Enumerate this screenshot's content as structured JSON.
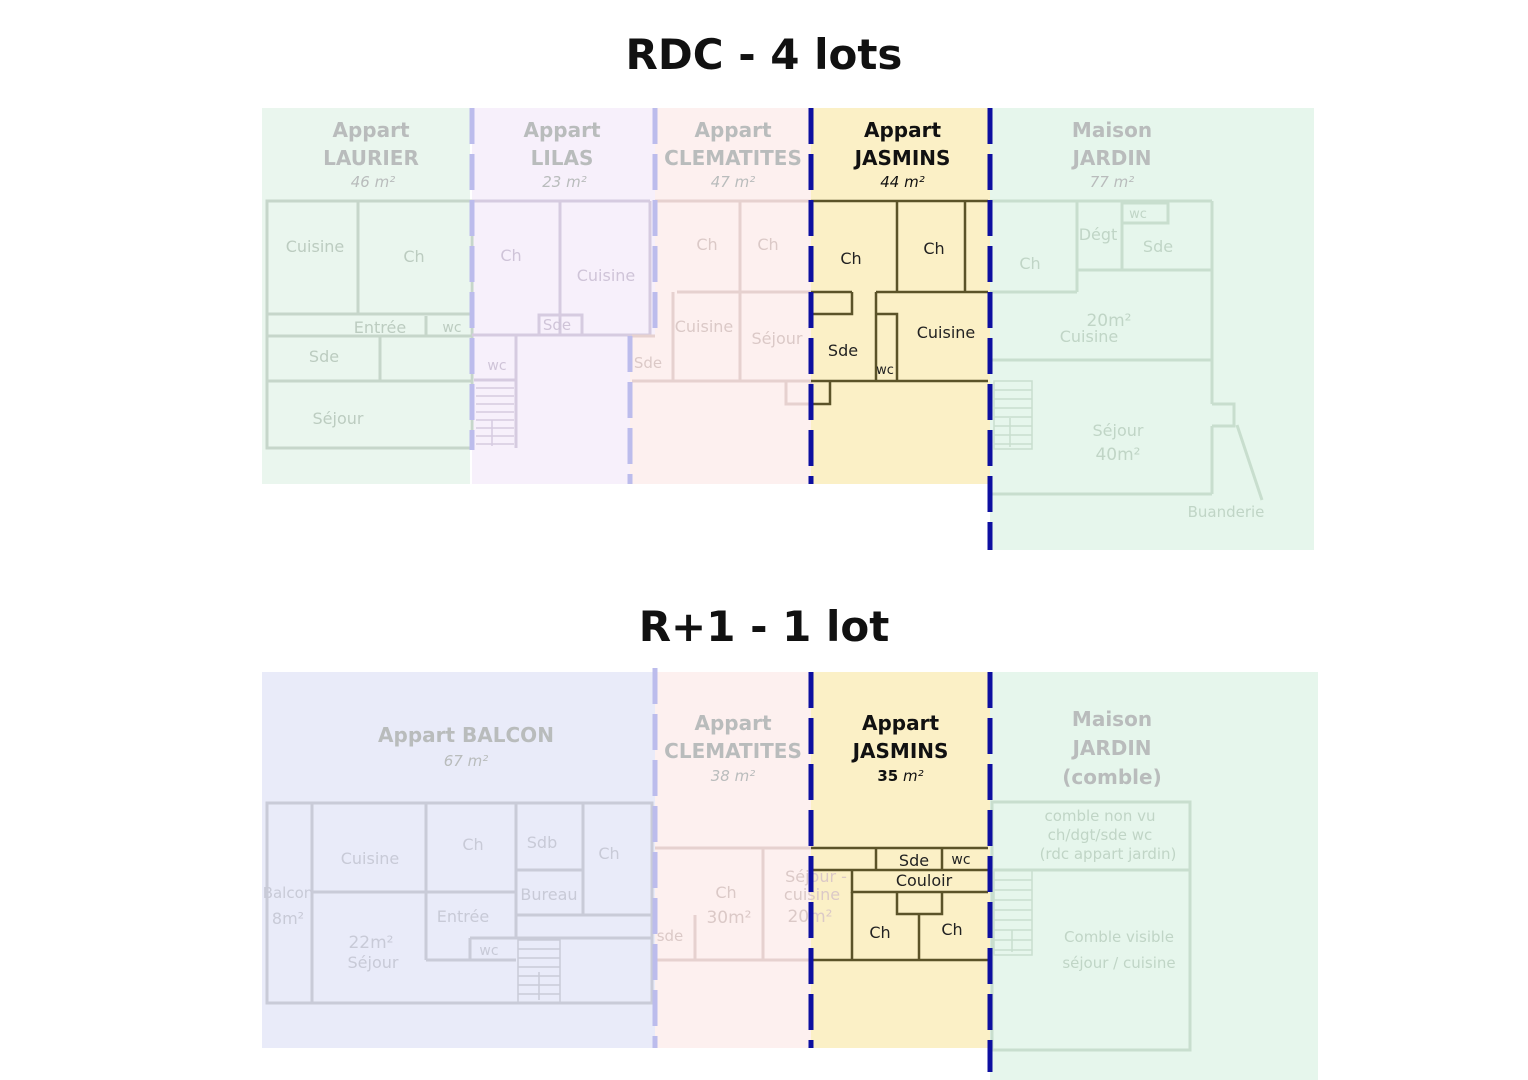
{
  "sections": {
    "rdc": {
      "title": "RDC - 4 lots",
      "lots": {
        "laurier": {
          "line1": "Appart",
          "line2": "LAURIER",
          "area": "46 m²"
        },
        "lilas": {
          "line1": "Appart",
          "line2": "LILAS",
          "area": "23 m²"
        },
        "clematites": {
          "line1": "Appart",
          "line2": "CLEMATITES",
          "area": "47 m²"
        },
        "jasmins": {
          "line1": "Appart",
          "line2": "JASMINS",
          "area": "44 m²"
        },
        "jardin": {
          "line1": "Maison",
          "line2": "JARDIN",
          "area": "77 m²"
        }
      },
      "rooms": {
        "laurier_cuisine": "Cuisine",
        "laurier_ch": "Ch",
        "laurier_entree": "Entrée",
        "laurier_wc": "wc",
        "laurier_sde": "Sde",
        "laurier_sejour": "Séjour",
        "lilas_ch": "Ch",
        "lilas_cuisine": "Cuisine",
        "lilas_sde": "Sde",
        "lilas_wc": "wc",
        "clem_ch1": "Ch",
        "clem_ch2": "Ch",
        "clem_cuisine": "Cuisine",
        "clem_sejour": "Séjour",
        "clem_sde": "Sde",
        "jas_ch1": "Ch",
        "jas_ch2": "Ch",
        "jas_sde": "Sde",
        "jas_wc": "wc",
        "jas_cuisine": "Cuisine",
        "jar_ch": "Ch",
        "jar_dgt": "Dégt",
        "jar_wc": "wc",
        "jar_sde": "Sde",
        "jar_cuisine_area": "20m²",
        "jar_cuisine": "Cuisine",
        "jar_sejour": "Séjour",
        "jar_sejour_area": "40m²",
        "jar_buanderie": "Buanderie"
      }
    },
    "r1": {
      "title": "R+1 - 1 lot",
      "lots": {
        "balcon": {
          "line1": "Appart BALCON",
          "area": "67 m²"
        },
        "clematites": {
          "line1": "Appart",
          "line2": "CLEMATITES",
          "area": "38 m²"
        },
        "jasmins": {
          "line1": "Appart",
          "line2": "JASMINS",
          "area_num": "35",
          "area_unit": "m²"
        },
        "jardin": {
          "line1": "Maison",
          "line2": "JARDIN",
          "line3": "(comble)"
        }
      },
      "rooms": {
        "bal_cuisine": "Cuisine",
        "bal_ch1": "Ch",
        "bal_sdb": "Sdb",
        "bal_ch2": "Ch",
        "bal_balcon": "Balcon",
        "bal_balcon_area": "8m²",
        "bal_sejour_area": "22m²",
        "bal_sejour": "Séjour",
        "bal_entree": "Entrée",
        "bal_bureau": "Bureau",
        "bal_wc": "wc",
        "clem_ch": "Ch",
        "clem_ch_area": "30m²",
        "clem_sejour": "Séjour -",
        "clem_cuisine": "cuisine",
        "clem_area": "20m²",
        "clem_sde": "sde",
        "jas_sde": "Sde",
        "jas_wc": "wc",
        "jas_couloir": "Couloir",
        "jas_ch1": "Ch",
        "jas_ch2": "Ch",
        "jar_note1": "comble non vu",
        "jar_note2": "ch/dgt/sde wc",
        "jar_note3": "(rdc appart jardin)",
        "jar_visible1": "Comble visible",
        "jar_visible2": "séjour / cuisine"
      }
    }
  },
  "colors": {
    "laurier": "#eaf6ee",
    "lilas": "#f7f0fb",
    "clematites": "#fdf0ef",
    "jasmins": "#fbf0c6",
    "jardin": "#e6f6ec",
    "balcon": "#e9ebf9",
    "divider_dark": "#0d0fa0",
    "divider_light": "#bcbcec"
  }
}
